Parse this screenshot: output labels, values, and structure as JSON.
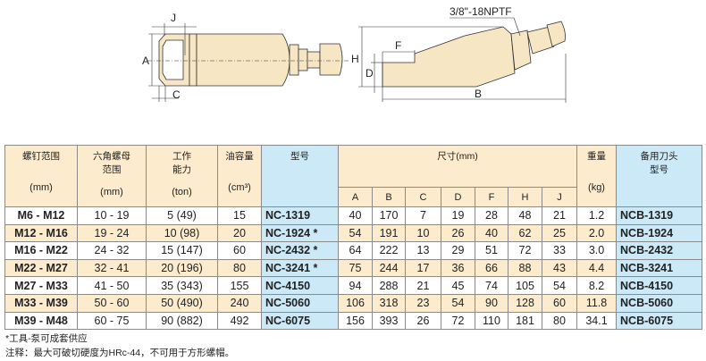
{
  "drawing": {
    "labels": {
      "J": "J",
      "A": "A",
      "C": "C",
      "F": "F",
      "H": "H",
      "D": "D",
      "B": "B",
      "port": "3/8\"-18NPTF"
    }
  },
  "table": {
    "headers": {
      "bolt_range": "螺钉范围",
      "bolt_unit": "(mm)",
      "nut_range": "六角螺母范围",
      "nut_unit": "(mm)",
      "capacity": "工作能力",
      "capacity_unit": "(ton)",
      "oil": "油容量",
      "oil_unit": "(cm³)",
      "model": "型号",
      "dims": "尺寸(mm)",
      "dim_cols": [
        "A",
        "B",
        "C",
        "D",
        "F",
        "H",
        "J"
      ],
      "weight": "重量",
      "weight_unit": "(kg)",
      "spare": "备用刀头型号"
    },
    "rows": [
      {
        "bolt": "M6 - M12",
        "nut": "10 - 19",
        "cap": "5  (49)",
        "oil": "15",
        "model": "NC-1319",
        "dims": [
          "40",
          "170",
          "7",
          "19",
          "28",
          "48",
          "21"
        ],
        "kg": "1.2",
        "spare": "NCB-1319"
      },
      {
        "bolt": "M12 - M16",
        "nut": "19 - 24",
        "cap": "10  (98)",
        "oil": "20",
        "model": "NC-1924 *",
        "dims": [
          "54",
          "191",
          "10",
          "26",
          "40",
          "62",
          "25"
        ],
        "kg": "2.0",
        "spare": "NCB-1924"
      },
      {
        "bolt": "M16 - M22",
        "nut": "24 - 32",
        "cap": "15  (147)",
        "oil": "60",
        "model": "NC-2432 *",
        "dims": [
          "64",
          "222",
          "13",
          "29",
          "51",
          "72",
          "33"
        ],
        "kg": "3.0",
        "spare": "NCB-2432"
      },
      {
        "bolt": "M22 - M27",
        "nut": "32 - 41",
        "cap": "20  (196)",
        "oil": "80",
        "model": "NC-3241 *",
        "dims": [
          "75",
          "244",
          "17",
          "36",
          "66",
          "88",
          "43"
        ],
        "kg": "4.4",
        "spare": "NCB-3241"
      },
      {
        "bolt": "M27 - M33",
        "nut": "41 - 50",
        "cap": "35  (343)",
        "oil": "155",
        "model": "NC-4150",
        "dims": [
          "94",
          "288",
          "21",
          "45",
          "74",
          "105",
          "54"
        ],
        "kg": "8.2",
        "spare": "NCB-4150"
      },
      {
        "bolt": "M33 - M39",
        "nut": "50 - 60",
        "cap": "50  (490)",
        "oil": "240",
        "model": "NC-5060",
        "dims": [
          "106",
          "318",
          "23",
          "54",
          "90",
          "128",
          "60"
        ],
        "kg": "11.8",
        "spare": "NCB-5060"
      },
      {
        "bolt": "M39 - M48",
        "nut": "60 - 75",
        "cap": "90  (882)",
        "oil": "492",
        "model": "NC-6075",
        "dims": [
          "156",
          "393",
          "26",
          "72",
          "110",
          "181",
          "80"
        ],
        "kg": "34.1",
        "spare": "NCB-6075"
      }
    ]
  },
  "notes": [
    "*工具-泵可成套供应",
    "注释：最大可破切硬度为HRc-44，不可用于方形螺帽。"
  ]
}
